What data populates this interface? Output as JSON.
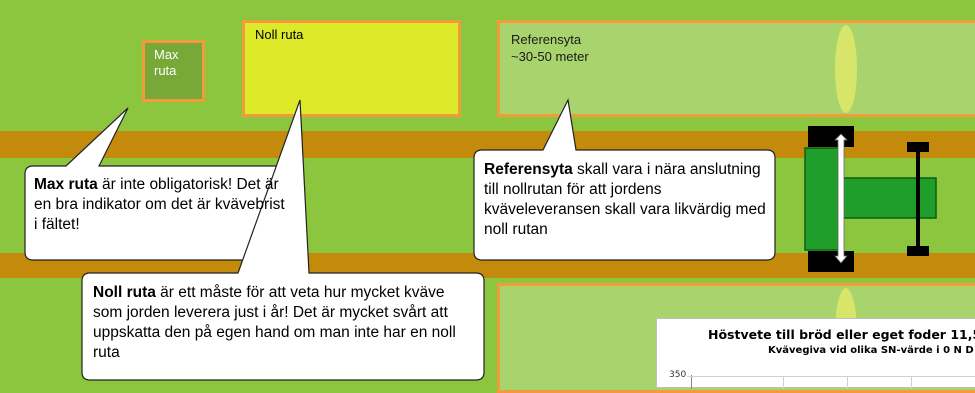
{
  "max_ruta": {
    "line1": "Max",
    "line2": "ruta"
  },
  "noll_ruta": {
    "label": "Noll ruta"
  },
  "referensyta": {
    "line1": "Referensyta",
    "line2": "~30-50 meter"
  },
  "callout_max": {
    "bold": "Max ruta",
    "text": " är inte obligatorisk! Det är en bra indikator om det är kvävebrist i fältet!"
  },
  "callout_noll": {
    "bold": "Noll ruta",
    "text": " är ett måste för att veta hur mycket kväve som jorden leverera just i år! Det är mycket svårt att uppskatta den på egen hand om man inte har en noll ruta"
  },
  "callout_ref": {
    "bold": "Referensyta",
    "text": " skall vara i nära anslutning till nollrutan för att jordens kväveleveransen skall vara likvärdig med noll rutan"
  },
  "chart_data": {
    "type": "line",
    "title": "Höstvete till bröd eller eget foder 11,5",
    "subtitle": "Kvävegiva vid olika SN-värde i 0 N D",
    "y_tick_visible": "350"
  },
  "colors": {
    "field": "#8cc63f",
    "road": "#c48a0c",
    "plot_border": "#f39a3a",
    "tractor_green": "#1f9e2b"
  }
}
